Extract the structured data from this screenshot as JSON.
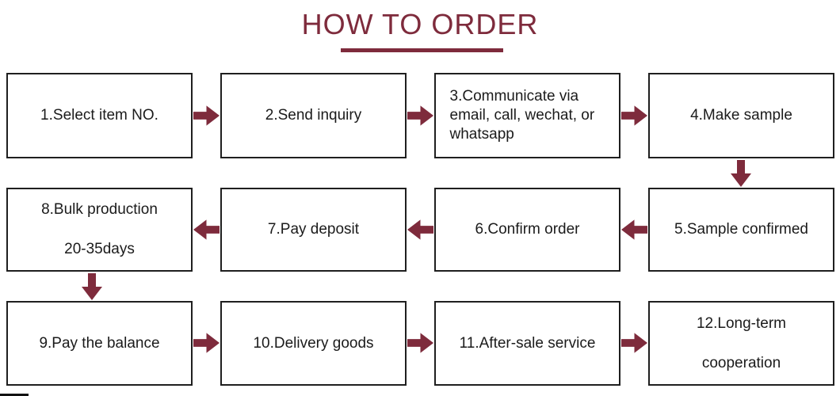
{
  "title": "HOW TO ORDER",
  "steps": [
    {
      "id": 1,
      "label": "1.Select item NO."
    },
    {
      "id": 2,
      "label": "2.Send inquiry"
    },
    {
      "id": 3,
      "label": "3.Communicate via email, call, wechat, or whatsapp"
    },
    {
      "id": 4,
      "label": "4.Make sample"
    },
    {
      "id": 5,
      "label": "5.Sample confirmed"
    },
    {
      "id": 6,
      "label": "6.Confirm order"
    },
    {
      "id": 7,
      "label": "7.Pay deposit"
    },
    {
      "id": 8,
      "label": "8.Bulk production",
      "sublabel": "20-35days"
    },
    {
      "id": 9,
      "label": "9.Pay the balance"
    },
    {
      "id": 10,
      "label": "10.Delivery goods"
    },
    {
      "id": 11,
      "label": "11.After-sale service"
    },
    {
      "id": 12,
      "label": "12.Long-term",
      "sublabel": "cooperation"
    }
  ],
  "colors": {
    "accent": "#7e2b3c",
    "box_border": "#1f1f1f",
    "box_background": "#ffffff",
    "text": "#1b1b1b",
    "page_background": "#ffffff"
  }
}
